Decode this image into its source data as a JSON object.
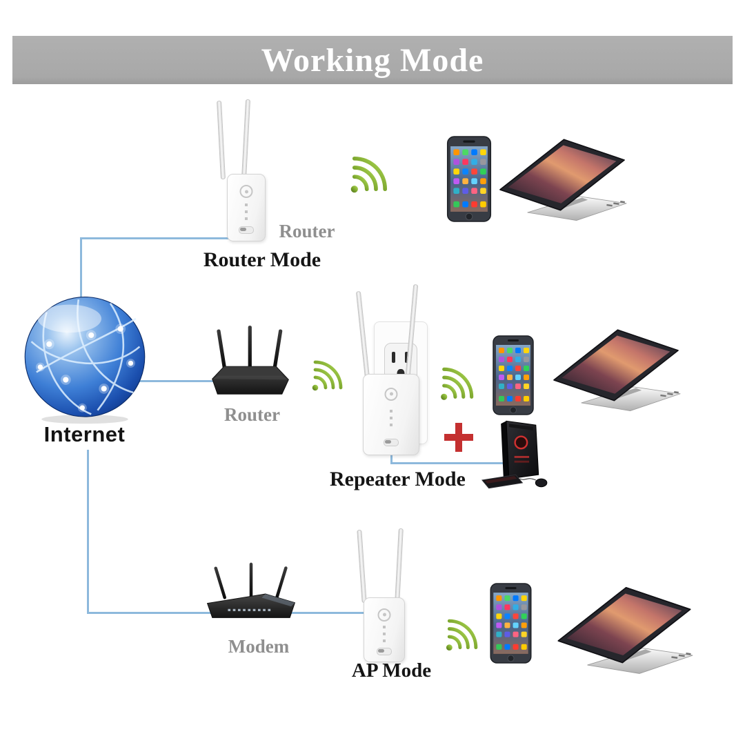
{
  "title": "Working Mode",
  "internet": {
    "label": "Internet"
  },
  "sections": [
    {
      "id": "router-mode",
      "device_label": "Router",
      "mode_label": "Router Mode"
    },
    {
      "id": "repeater-mode",
      "device_label": "Router",
      "mode_label": "Repeater Mode"
    },
    {
      "id": "ap-mode",
      "device_label": "Modem",
      "mode_label": "AP Mode"
    }
  ],
  "icons": {
    "internet_globe": "blue-network-globe-icon",
    "wifi_signal": "green-wifi-arcs-icon",
    "plus": "red-plus-icon",
    "devices": [
      "wifi-range-extender",
      "wireless-router",
      "modem",
      "wall-outlet",
      "smartphone",
      "convertible-laptop",
      "desktop-pc"
    ]
  },
  "colors": {
    "title_bar_bg": "#a9a9a9",
    "title_text": "#ffffff",
    "connection_line": "#8db9dc",
    "wifi_green": "#8cbf3f",
    "plus_red": "#c43030",
    "device_label_gray": "#8f8f8f",
    "mode_label_black": "#151515"
  }
}
